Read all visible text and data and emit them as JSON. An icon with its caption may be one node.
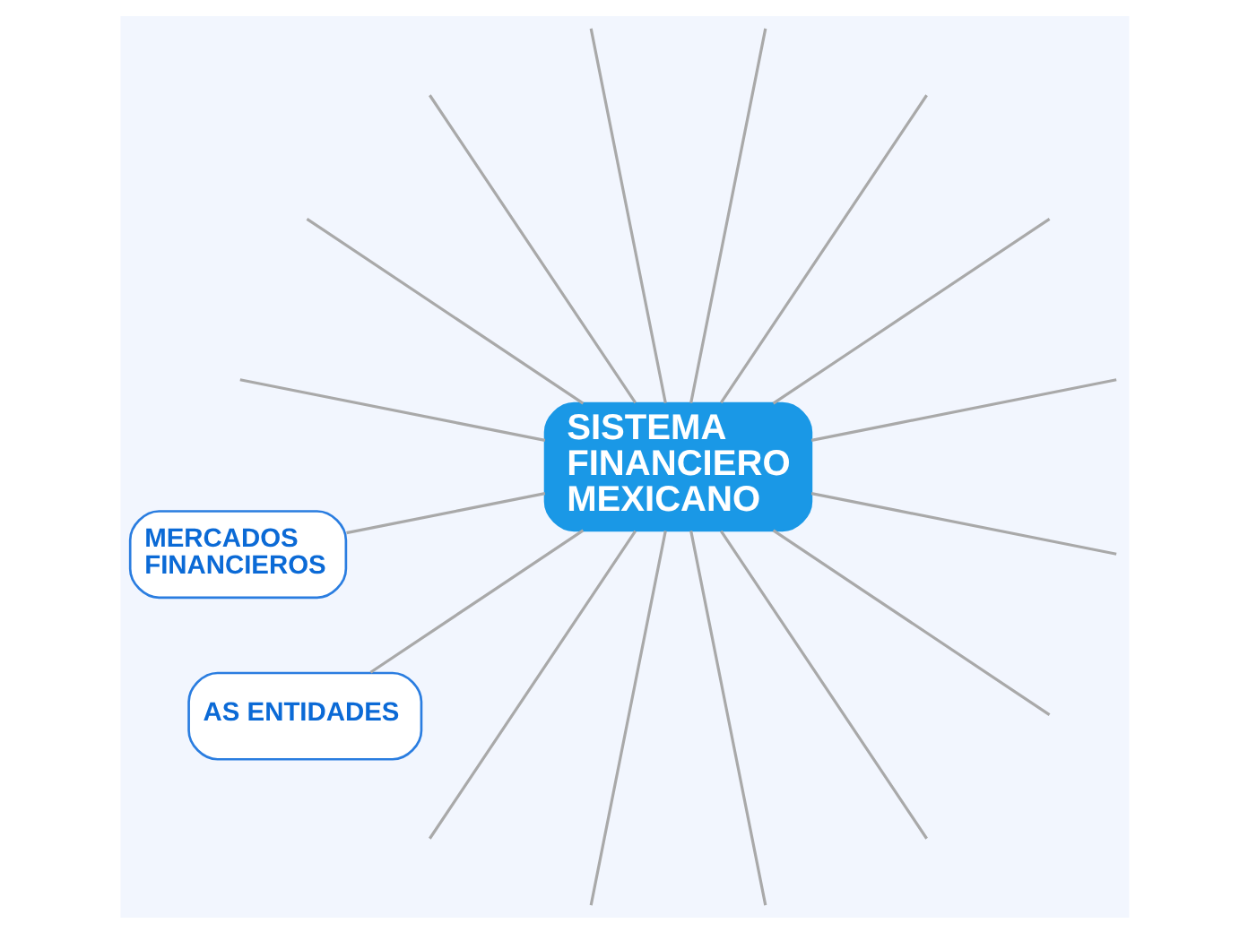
{
  "diagram": {
    "nodes": [
      {
        "text": [
          "SISTEMA FINANCIERO MEXICANO"
        ]
      },
      {
        "text": [
          "MERCADOS FINANCIEROS"
        ]
      },
      {
        "text": [
          "AS ENTIDADES"
        ]
      }
    ],
    "edges": [
      {
        "from": 0,
        "to": null,
        "arrow": "none"
      },
      {
        "from": 0,
        "to": null,
        "arrow": "none"
      },
      {
        "from": 0,
        "to": null,
        "arrow": "none"
      },
      {
        "from": 0,
        "to": null,
        "arrow": "none"
      },
      {
        "from": 0,
        "to": null,
        "arrow": "none"
      },
      {
        "from": 0,
        "to": null,
        "arrow": "none"
      },
      {
        "from": 0,
        "to": null,
        "arrow": "none"
      },
      {
        "from": 0,
        "to": null,
        "arrow": "none"
      },
      {
        "from": 0,
        "to": 1,
        "arrow": "none"
      },
      {
        "from": 0,
        "to": 2,
        "arrow": "none"
      },
      {
        "from": 0,
        "to": null,
        "arrow": "none"
      },
      {
        "from": 0,
        "to": null,
        "arrow": "none"
      },
      {
        "from": 0,
        "to": null,
        "arrow": "none"
      },
      {
        "from": 0,
        "to": null,
        "arrow": "none"
      },
      {
        "from": 0,
        "to": null,
        "arrow": "none"
      },
      {
        "from": 0,
        "to": null,
        "arrow": "none"
      }
    ]
  }
}
